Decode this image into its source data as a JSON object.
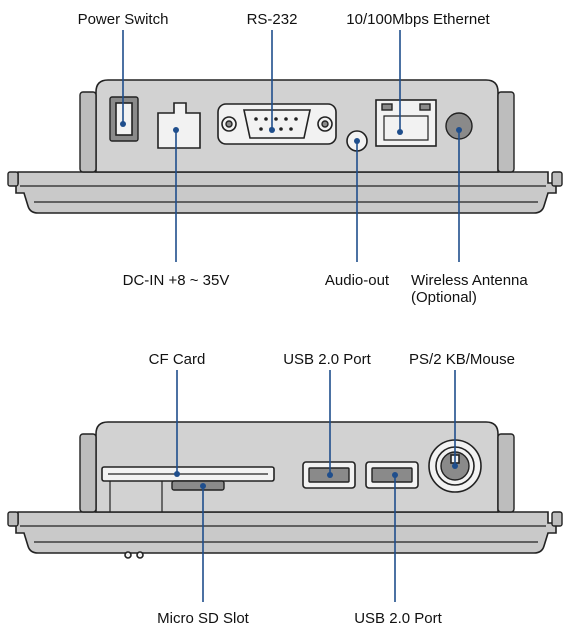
{
  "top_view": {
    "labels": {
      "power_switch": "Power Switch",
      "rs232": "RS-232",
      "ethernet": "10/100Mbps Ethernet",
      "dc_in": "DC-IN +8 ~ 35V",
      "audio_out": "Audio-out",
      "wireless_line1": "Wireless Antenna",
      "wireless_line2": "(Optional)"
    }
  },
  "bottom_view": {
    "labels": {
      "cf_card": "CF Card",
      "usb_top": "USB 2.0 Port",
      "ps2": "PS/2 KB/Mouse",
      "micro_sd": "Micro SD Slot",
      "usb_bottom": "USB 2.0 Port"
    }
  },
  "colors": {
    "leader": "#1f4e8c",
    "housing": "#d2d2d2",
    "outline": "#222222"
  }
}
